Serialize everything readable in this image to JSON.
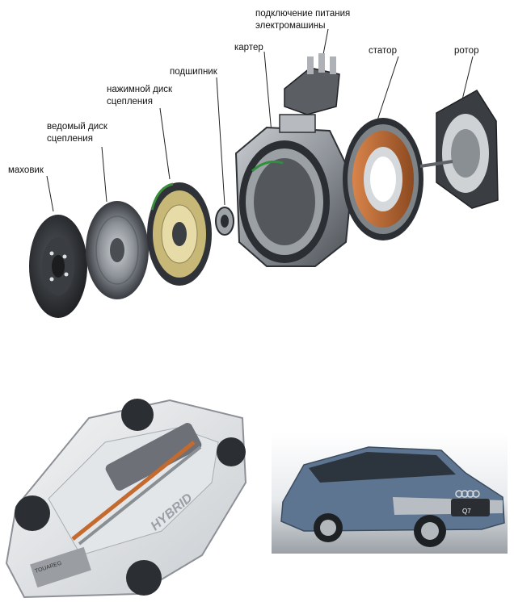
{
  "labels": {
    "flywheel": "маховик",
    "driven_disc_l1": "ведомый диск",
    "driven_disc_l2": "сцепления",
    "pressure_disc_l1": "нажимной диск",
    "pressure_disc_l2": "сцепления",
    "bearing": "подшипник",
    "housing": "картер",
    "power_conn_l1": "подключение питания",
    "power_conn_l2": "электромашины",
    "stator": "статор",
    "rotor": "ротор"
  },
  "cutaway_car": {
    "badge": "HYBRID",
    "model_plate": "TOUAREG"
  },
  "photo_car": {
    "model_badge": "Q7"
  },
  "colors": {
    "metal_dark": "#2b2e33",
    "metal_mid": "#8c9196",
    "copper": "#b8652e",
    "car_blue": "#5d7590"
  }
}
